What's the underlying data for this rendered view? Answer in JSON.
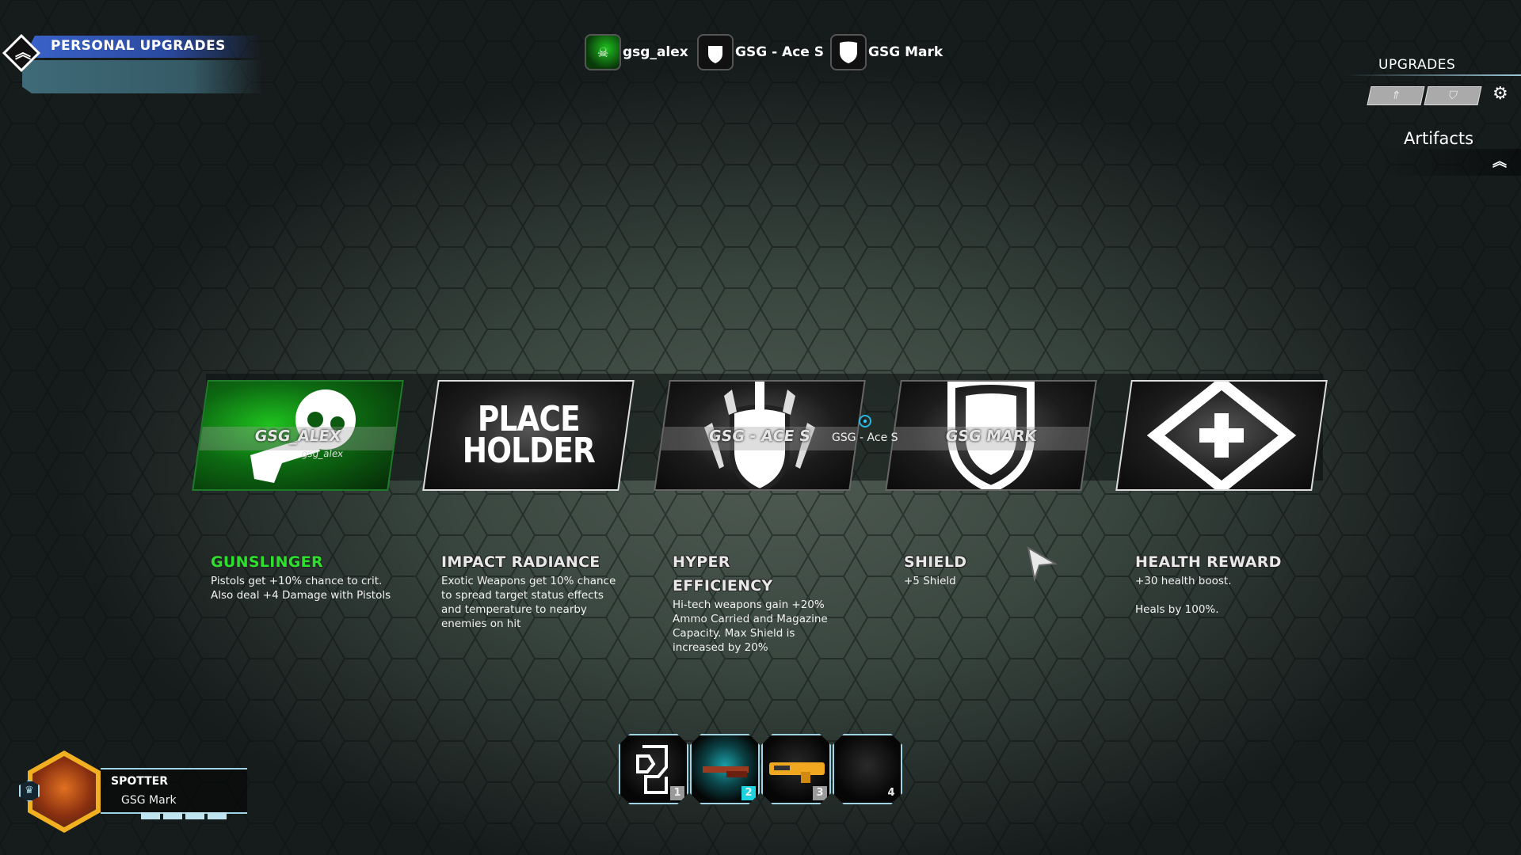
{
  "header": {
    "title": "PERSONAL UPGRADES"
  },
  "players": [
    {
      "name": "gsg_alex",
      "icon": "skull-pistol-icon"
    },
    {
      "name": "GSG - Ace S",
      "icon": "rockets-shield-icon"
    },
    {
      "name": "GSG Mark",
      "icon": "shield-icon"
    }
  ],
  "right_panel": {
    "upgrades_label": "UPGRADES",
    "artifacts_label": "Artifacts",
    "tiles": [
      "arrows-up-icon",
      "rockets-shield-icon"
    ]
  },
  "cards": [
    {
      "label": "GSG_ALEX",
      "sub": "gsg_alex",
      "icon": "skull-pistol-icon"
    },
    {
      "text1": "PLACE",
      "text2": "HOLDER"
    },
    {
      "label": "GSG - ACE S",
      "icon": "rockets-shield-icon",
      "tag": "GSG - Ace S"
    },
    {
      "label": "GSG MARK",
      "icon": "shield-icon"
    },
    {
      "icon": "health-cross-icon"
    }
  ],
  "upgrades": [
    {
      "title": "GUNSLINGER",
      "desc": "Pistols get +10% chance to crit. Also deal +4 Damage with Pistols"
    },
    {
      "title": "IMPACT RADIANCE",
      "desc": "Exotic Weapons get 10% chance to spread target status effects and temperature to nearby enemies on hit"
    },
    {
      "title": "HYPER EFFICIENCY",
      "desc": "Hi-tech weapons gain +20% Ammo Carried and Magazine Capacity. Max Shield is increased by 20%"
    },
    {
      "title": "SHIELD",
      "desc": "+5 Shield"
    },
    {
      "title": "HEALTH REWARD",
      "desc": "+30 health boost.\n\nHeals by 100%."
    }
  ],
  "weapons": [
    {
      "slot": "1",
      "item": "fist-icon"
    },
    {
      "slot": "2",
      "item": "shotgun-icon",
      "active": true
    },
    {
      "slot": "3",
      "item": "yellow-blaster-icon"
    },
    {
      "slot": "4",
      "item": "empty"
    }
  ],
  "profile": {
    "role": "SPOTTER",
    "name": "GSG Mark",
    "segments": 4
  },
  "colors": {
    "accent_green": "#2ee02e",
    "header_blue": "#3a63c9",
    "cyan": "#1ed3dd",
    "avatar_gold": "#f0b020"
  }
}
